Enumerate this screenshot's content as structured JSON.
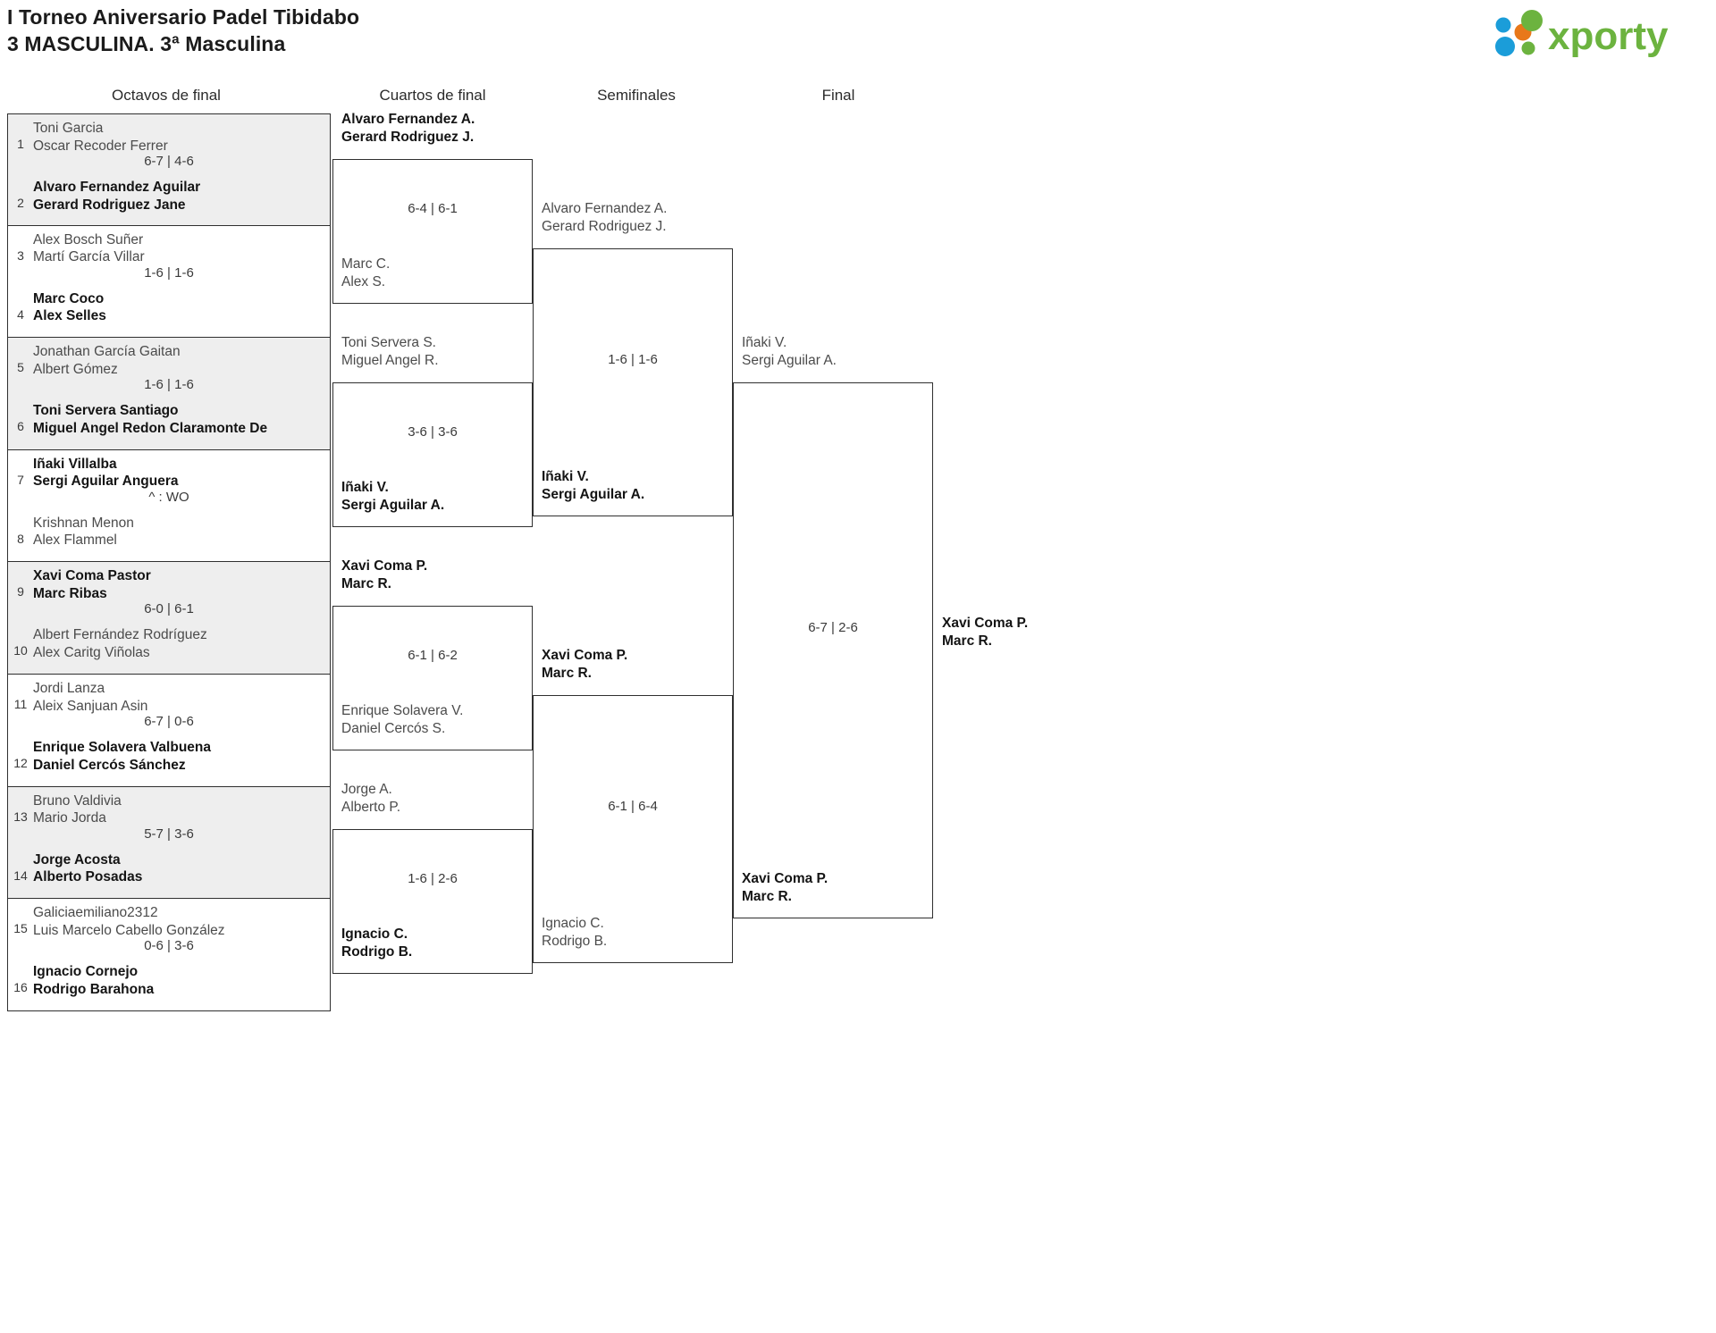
{
  "header": {
    "title_line1": "I Torneo Aniversario Padel Tibidabo",
    "title_line2": "3 MASCULINA. 3ª Masculina",
    "logo_text": "xporty",
    "logo_colors": {
      "green": "#6cb33f",
      "blue": "#1b9dd9",
      "orange": "#e8781a"
    }
  },
  "rounds": [
    {
      "label": "Octavos de final"
    },
    {
      "label": "Cuartos de final"
    },
    {
      "label": "Semifinales"
    },
    {
      "label": "Final"
    }
  ],
  "round1": [
    {
      "seed_top": "1",
      "top": [
        "Toni Garcia",
        "Oscar Recoder Ferrer"
      ],
      "seed_bottom": "2",
      "bottom": [
        "Alvaro Fernandez Aguilar",
        "Gerard Rodriguez Jane"
      ],
      "score": "6-7 | 4-6",
      "winner": "bottom"
    },
    {
      "seed_top": "3",
      "top": [
        "Alex Bosch Suñer",
        "Martí García Villar"
      ],
      "seed_bottom": "4",
      "bottom": [
        "Marc Coco",
        "Alex Selles"
      ],
      "score": "1-6 | 1-6",
      "winner": "bottom"
    },
    {
      "seed_top": "5",
      "top": [
        "Jonathan García Gaitan",
        "Albert Gómez"
      ],
      "seed_bottom": "6",
      "bottom": [
        "Toni Servera Santiago",
        "Miguel Angel Redon Claramonte De"
      ],
      "score": "1-6 | 1-6",
      "winner": "bottom"
    },
    {
      "seed_top": "7",
      "top": [
        "Iñaki Villalba",
        "Sergi Aguilar Anguera"
      ],
      "seed_bottom": "8",
      "bottom": [
        "Krishnan Menon",
        "Alex Flammel"
      ],
      "score": "^ : WO",
      "winner": "top"
    },
    {
      "seed_top": "9",
      "top": [
        "Xavi Coma Pastor",
        "Marc Ribas"
      ],
      "seed_bottom": "10",
      "bottom": [
        "Albert Fernández Rodríguez",
        "Alex Caritg Viñolas"
      ],
      "score": "6-0 | 6-1",
      "winner": "top"
    },
    {
      "seed_top": "11",
      "top": [
        "Jordi Lanza",
        "Aleix Sanjuan Asin"
      ],
      "seed_bottom": "12",
      "bottom": [
        "Enrique Solavera Valbuena",
        "Daniel Cercós Sánchez"
      ],
      "score": "6-7 | 0-6",
      "winner": "bottom"
    },
    {
      "seed_top": "13",
      "top": [
        "Bruno Valdivia",
        "Mario Jorda"
      ],
      "seed_bottom": "14",
      "bottom": [
        "Jorge Acosta",
        "Alberto Posadas"
      ],
      "score": "5-7 | 3-6",
      "winner": "bottom"
    },
    {
      "seed_top": "15",
      "top": [
        "Galiciaemiliano2312",
        "Luis Marcelo Cabello González"
      ],
      "seed_bottom": "16",
      "bottom": [
        "Ignacio Cornejo",
        "Rodrigo Barahona"
      ],
      "score": "0-6 | 3-6",
      "winner": "bottom"
    }
  ],
  "round2": [
    {
      "top": [
        "Alvaro Fernandez A.",
        "Gerard Rodriguez J."
      ],
      "bottom": [
        "Marc C.",
        "Alex S."
      ],
      "score": "6-4 | 6-1",
      "winner": "top"
    },
    {
      "top": [
        "Toni Servera S.",
        "Miguel Angel R."
      ],
      "bottom": [
        "Iñaki V.",
        "Sergi Aguilar A."
      ],
      "score": "3-6 | 3-6",
      "winner": "bottom"
    },
    {
      "top": [
        "Xavi Coma P.",
        "Marc R."
      ],
      "bottom": [
        "Enrique Solavera V.",
        "Daniel Cercós S."
      ],
      "score": "6-1 | 6-2",
      "winner": "top"
    },
    {
      "top": [
        "Jorge A.",
        "Alberto P."
      ],
      "bottom": [
        "Ignacio C.",
        "Rodrigo B."
      ],
      "score": "1-6 | 2-6",
      "winner": "bottom"
    }
  ],
  "round3": [
    {
      "top": [
        "Alvaro Fernandez A.",
        "Gerard Rodriguez J."
      ],
      "bottom": [
        "Iñaki V.",
        "Sergi Aguilar A."
      ],
      "score": "1-6 | 1-6",
      "winner": "bottom"
    },
    {
      "top": [
        "Xavi Coma P.",
        "Marc R."
      ],
      "bottom": [
        "Ignacio C.",
        "Rodrigo B."
      ],
      "score": "6-1 | 6-4",
      "winner": "top"
    }
  ],
  "round4": [
    {
      "top": [
        "Iñaki V.",
        "Sergi Aguilar A."
      ],
      "bottom": [
        "Xavi Coma P.",
        "Marc R."
      ],
      "score": "6-7 | 2-6",
      "winner": "bottom"
    }
  ],
  "champion": [
    "Xavi Coma P.",
    "Marc R."
  ]
}
